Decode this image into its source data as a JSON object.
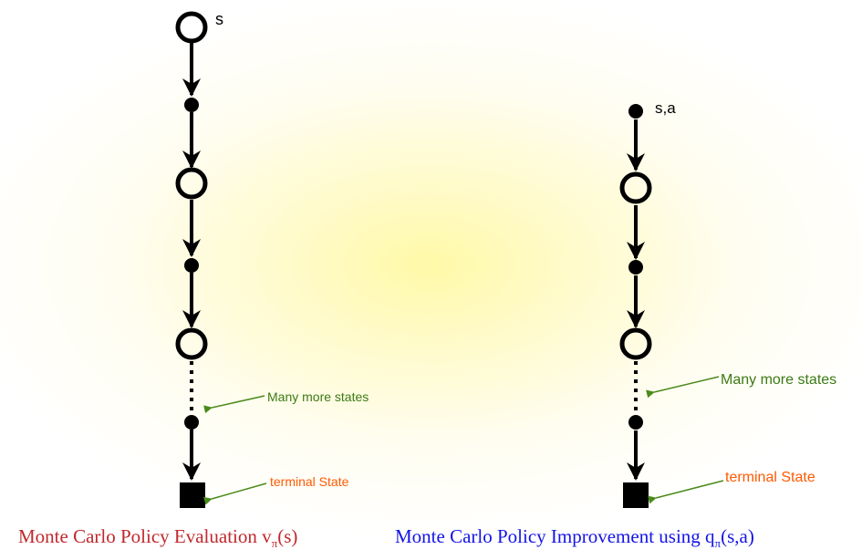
{
  "left": {
    "start_label": "s",
    "annotation_many": "Many more states",
    "annotation_terminal": "terminal State",
    "caption": {
      "prefix": "Monte Carlo Policy Evaluation v",
      "sub": "π",
      "suffix": "(s)"
    }
  },
  "right": {
    "start_label": "s,a",
    "annotation_many": "Many more states",
    "annotation_terminal": "terminal State",
    "caption": {
      "prefix": "Monte Carlo Policy Improvement using q",
      "sub": "π",
      "suffix": "(s,a)"
    }
  },
  "colors": {
    "node": "#000000",
    "annotation_many": "#3c7a14",
    "annotation_terminal": "#ff5a00",
    "caption_left": "#c0282d",
    "caption_right": "#1414e6",
    "pointer": "#4a8a1a"
  }
}
